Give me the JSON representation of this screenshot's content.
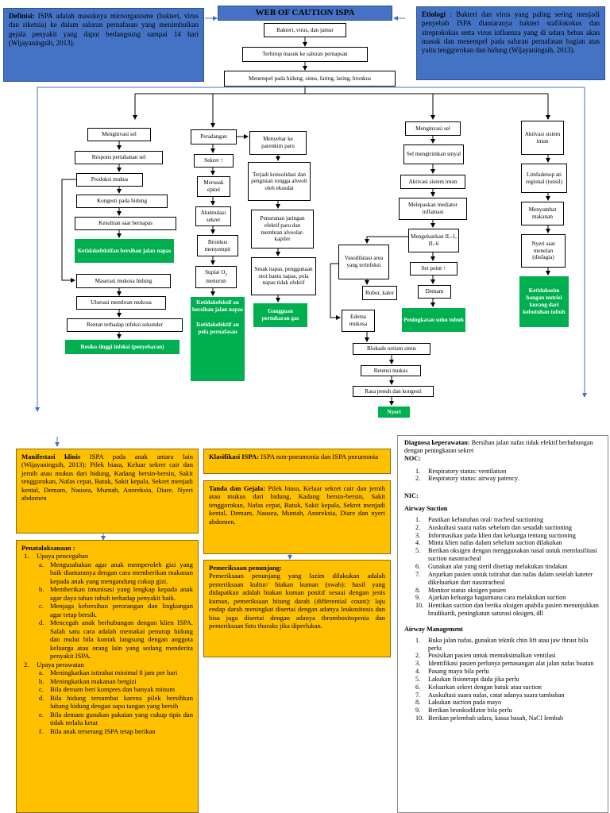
{
  "title": "WEB OF CAUTION ISPA",
  "definisi": {
    "label": "Definisi:",
    "text": " ISPA adalah masuknya miroorganisme (bakteri, virus dan riketsia) ke dalam saluran pernafasan yang menimbulkan gejala penyakit yang dapat berlangsung sampai 14 hari (Wijayaningsih, 2013)."
  },
  "etiologi": {
    "label": "Etiologi",
    "text": " : Bakteri dan virus yang paling sering menjadi penyebab ISPA diantaranya bakteri stafilokokus dan streptokokus serta virus influenza yang di udara bebas akan masuk dan menempel pada saluran pernafasan bagian atas yaitu tenggorokan dan hidung (Wijayaningsih, 2013)."
  },
  "top_chain": [
    "Bakteri, virus, dan jamur",
    "Terhirup masuk ke saluran pernapsan",
    "Menempel pada hidung, sinus, faring, laring, bronkus"
  ],
  "col1": {
    "boxes": [
      "Menginvasi sel",
      "Respons pertahanan sel",
      "Produksi mukus",
      "Kongesti pada hidung",
      "Kesulitan saat bernapas",
      "Maserasi mukosa hidung",
      "Ulserasi membran mukosa",
      "Rentan terhadap infeksi sekunder"
    ],
    "dx1": "Ketidakefektifan bersihan jalan napas",
    "dx2": "Resiko tinggi infeksi (penyebaran)"
  },
  "col2": {
    "boxes": [
      "Peradangan",
      "Sekret",
      "Merusak epitel",
      "Akumulasi sekret",
      "Bronkus menyempit",
      "Suplai O",
      "menurun"
    ],
    "sub2": "2",
    "up_arrow": "↑",
    "dx1": "Ketidakefektif an bersihan jalan napas",
    "dx2": "Ketidakefektif an pola pernafasan"
  },
  "col3": {
    "boxes": [
      "Menyebar ke parenkim paru",
      "Terjadi konsolidasi dan pengisian rongga alveoli oleh eksudat",
      "Penurunan jaringan efektif paru dan membran alveolar-kapiler",
      "Sesak napas, penggunaan otot bantu napas, pola napas tidak efektif"
    ],
    "dx": "Gangguan pertukaran gas"
  },
  "col4": {
    "boxes": [
      "Menginvasi sel",
      "Sel mengirimkan sinyal",
      "Aktivasi sistem imun",
      "Melepaskan mediator inflamasi",
      "Mengeluarkan IL-1, IL-6",
      "Set point",
      "Demam",
      "Vasodilatasi area yang terinfeksi",
      "Rubor, kalor",
      "Edema mukosa",
      "Blokade ostium sinus",
      "Retensi mukus",
      "Rasa penuh dan kongesti"
    ],
    "dx1": "Peningkatan suhu tubuh",
    "dx2": "Nyeri"
  },
  "col5": {
    "boxes": [
      "Aktivasi sistem imun",
      "Limfadenop ati regional (tonsil)",
      "Menyumbat makanan",
      "Nyeri saat menelan (disfagia)"
    ],
    "dx": "Ketidakseim bangan nutrisi kurang dari kebutuhan tubuh"
  },
  "manifestasi": {
    "label": "Manifestasi klinis",
    "text": " ISPA pada anak antara lain (Wijayaningsih, 2013): Pilek biasa, Keluar sekret cair dan jernih atau mukus dari hidung, Kadang bersin-bersin, Sakit tenggorokan, Nafas cepat, Batuk, Sakit kepala, Sekret menjadi kental, Demam, Nausea, Muntah, Anoreksia, Diare. Nyeri abdomen"
  },
  "penatalaksanaan": {
    "label": "Penatalaksanaan :",
    "groups": [
      {
        "num": "1.",
        "title": "Upaya pencegahan",
        "items": [
          {
            "l": "a.",
            "t": "Mengusahakan agar anak memperoleh gizi yang baik diantaranya dengan cara memberikan makanan kepada anak yang mengandung cukup gizi."
          },
          {
            "l": "b.",
            "t": "Memberikan imunisasi yang lengkap kepada anak agar daya tahan tubuh terhadap penyakit baik."
          },
          {
            "l": "c.",
            "t": "Menjaga kebersihan perorangan dan lingkungan agar tetap bersih."
          },
          {
            "l": "d.",
            "t": "Mencegah anak berhubungan dengan klien ISPA. Salah satu cara adalah memakai penutup hidung dan mulut bila kontak langsung dengan anggota keluarga atau orang lain yang sedang menderita penyakit ISPA."
          }
        ]
      },
      {
        "num": "2.",
        "title": "Upaya perawatan",
        "items": [
          {
            "l": "a.",
            "t": "Meningkatkan istirahat minimal 8 jam per hari"
          },
          {
            "l": "b.",
            "t": "Meningkatkan makanan bergizi"
          },
          {
            "l": "c.",
            "t": "Bila demam beri kompres dan banyak minum"
          },
          {
            "l": "d.",
            "t": "Bila hidung tersumbat karena pilek bersihkan lubang hidung dengan sapu tangan yang bersih"
          },
          {
            "l": "e.",
            "t": "Bila demam gunakan pakaian yang cukup tipis dan tidak terlalu ketat"
          },
          {
            "l": "f.",
            "t": "Bila anak terserang ISPA tetap berikan"
          }
        ]
      }
    ]
  },
  "klasifikasi": {
    "label": "Klasifikasi ISPA:",
    "text": " ISPA non-pneumonia dan ISPA pneumonia"
  },
  "tanda": {
    "label": "Tanda dan Gejala:",
    "text": " Pilek biasa, Keluar sekret cair dan jernih atau mukus dari hidung, Kadang bersin-bersin, Sakit tenggorokan, Nafas cepat, Batuk, Sakit kepala, Sekret menjadi kental, Demam, Nausea, Muntah, Anoreksia, Diare dan nyeri abdomen."
  },
  "pemeriksaan": {
    "label": "Pemeriksaan penunjang:",
    "text": "Pemeriksaan penunjang yang lazim dilakukan adalah pemeriksaan kultur/ biakan kuman (swab): hasil yang didapatkan adalah biakan kuman positif sesuai dengan jenis kuman, pemeriksaan hitung darah (differential count): laju endap darah meningkat disertai dengan adanya leukositosis dan bisa juga disertai dengan adanya thrombositopenia dan pemeriksaan foto thoraks jika diperlukan."
  },
  "diagnosa": {
    "label": "Diagnosa keperawatan:",
    "text": " Bersihan jalan nafas tidak efektif berhubungan dengan peningkatan sekret"
  },
  "noc": {
    "label": "NOC:",
    "items": [
      "Respiratory status: ventilation",
      "Respiratory status: airway patency."
    ]
  },
  "nic": {
    "label": "NIC:"
  },
  "airway_suction": {
    "label": "Airway Suction",
    "items": [
      "Pastikan kebutuhan oral/ tracheal suctioning",
      "Auskultasi suara nafas sebelum dan sesudah suctioning",
      "Informasikan pada klien dan keluarga tentang suctioning",
      "Minta klien nafas dalam sebelum suction dilakukan",
      "Berikan oksigen dengan menggunakan nasal untuk memfasilitasi suction nasotracheal",
      "Gunakan alat yang steril disetiap melakukan tindakan",
      "Anjurkan pasien untuk istirahat dan nafas dalam setelah kateter dikeluarkan dari nasotracheal",
      "Monitor status oksigen pasien",
      "Ajarkan keluarga bagaimana cara melakukan suction",
      "Hentikan suction dan berika oksigen apabila pasien menunjukkan bradikardi, peningkatan saturasi oksigen, dll"
    ]
  },
  "airway_management": {
    "label": "Airway Management",
    "items": [
      "Buka jalan nafas, gunakan teknik chin lift atau jaw thrust bila perlu",
      "Posisikan pasien untuk memaksimalkan ventilasi",
      "Identifikasi pasien perlunya pemasangan alat jalan nafas buatan",
      "Pasang mayo bila perlu",
      "Lakukan fisioterapi dada jika perlu",
      "Keluarkan sekret dengan batuk atau suction",
      "Auskultasi suara nafas, catat adanya suara tambahan",
      "Lakukan suction pada mayo",
      "Berikan bronkodilator bila perlu",
      "Berikan pelembab udara, kassa basah, NaCl lembab"
    ]
  },
  "colors": {
    "title_bg": "#4472c4",
    "diagnosis_green": "#00b050",
    "panel_orange": "#ffc000",
    "connector_blue": "#4472c4"
  }
}
